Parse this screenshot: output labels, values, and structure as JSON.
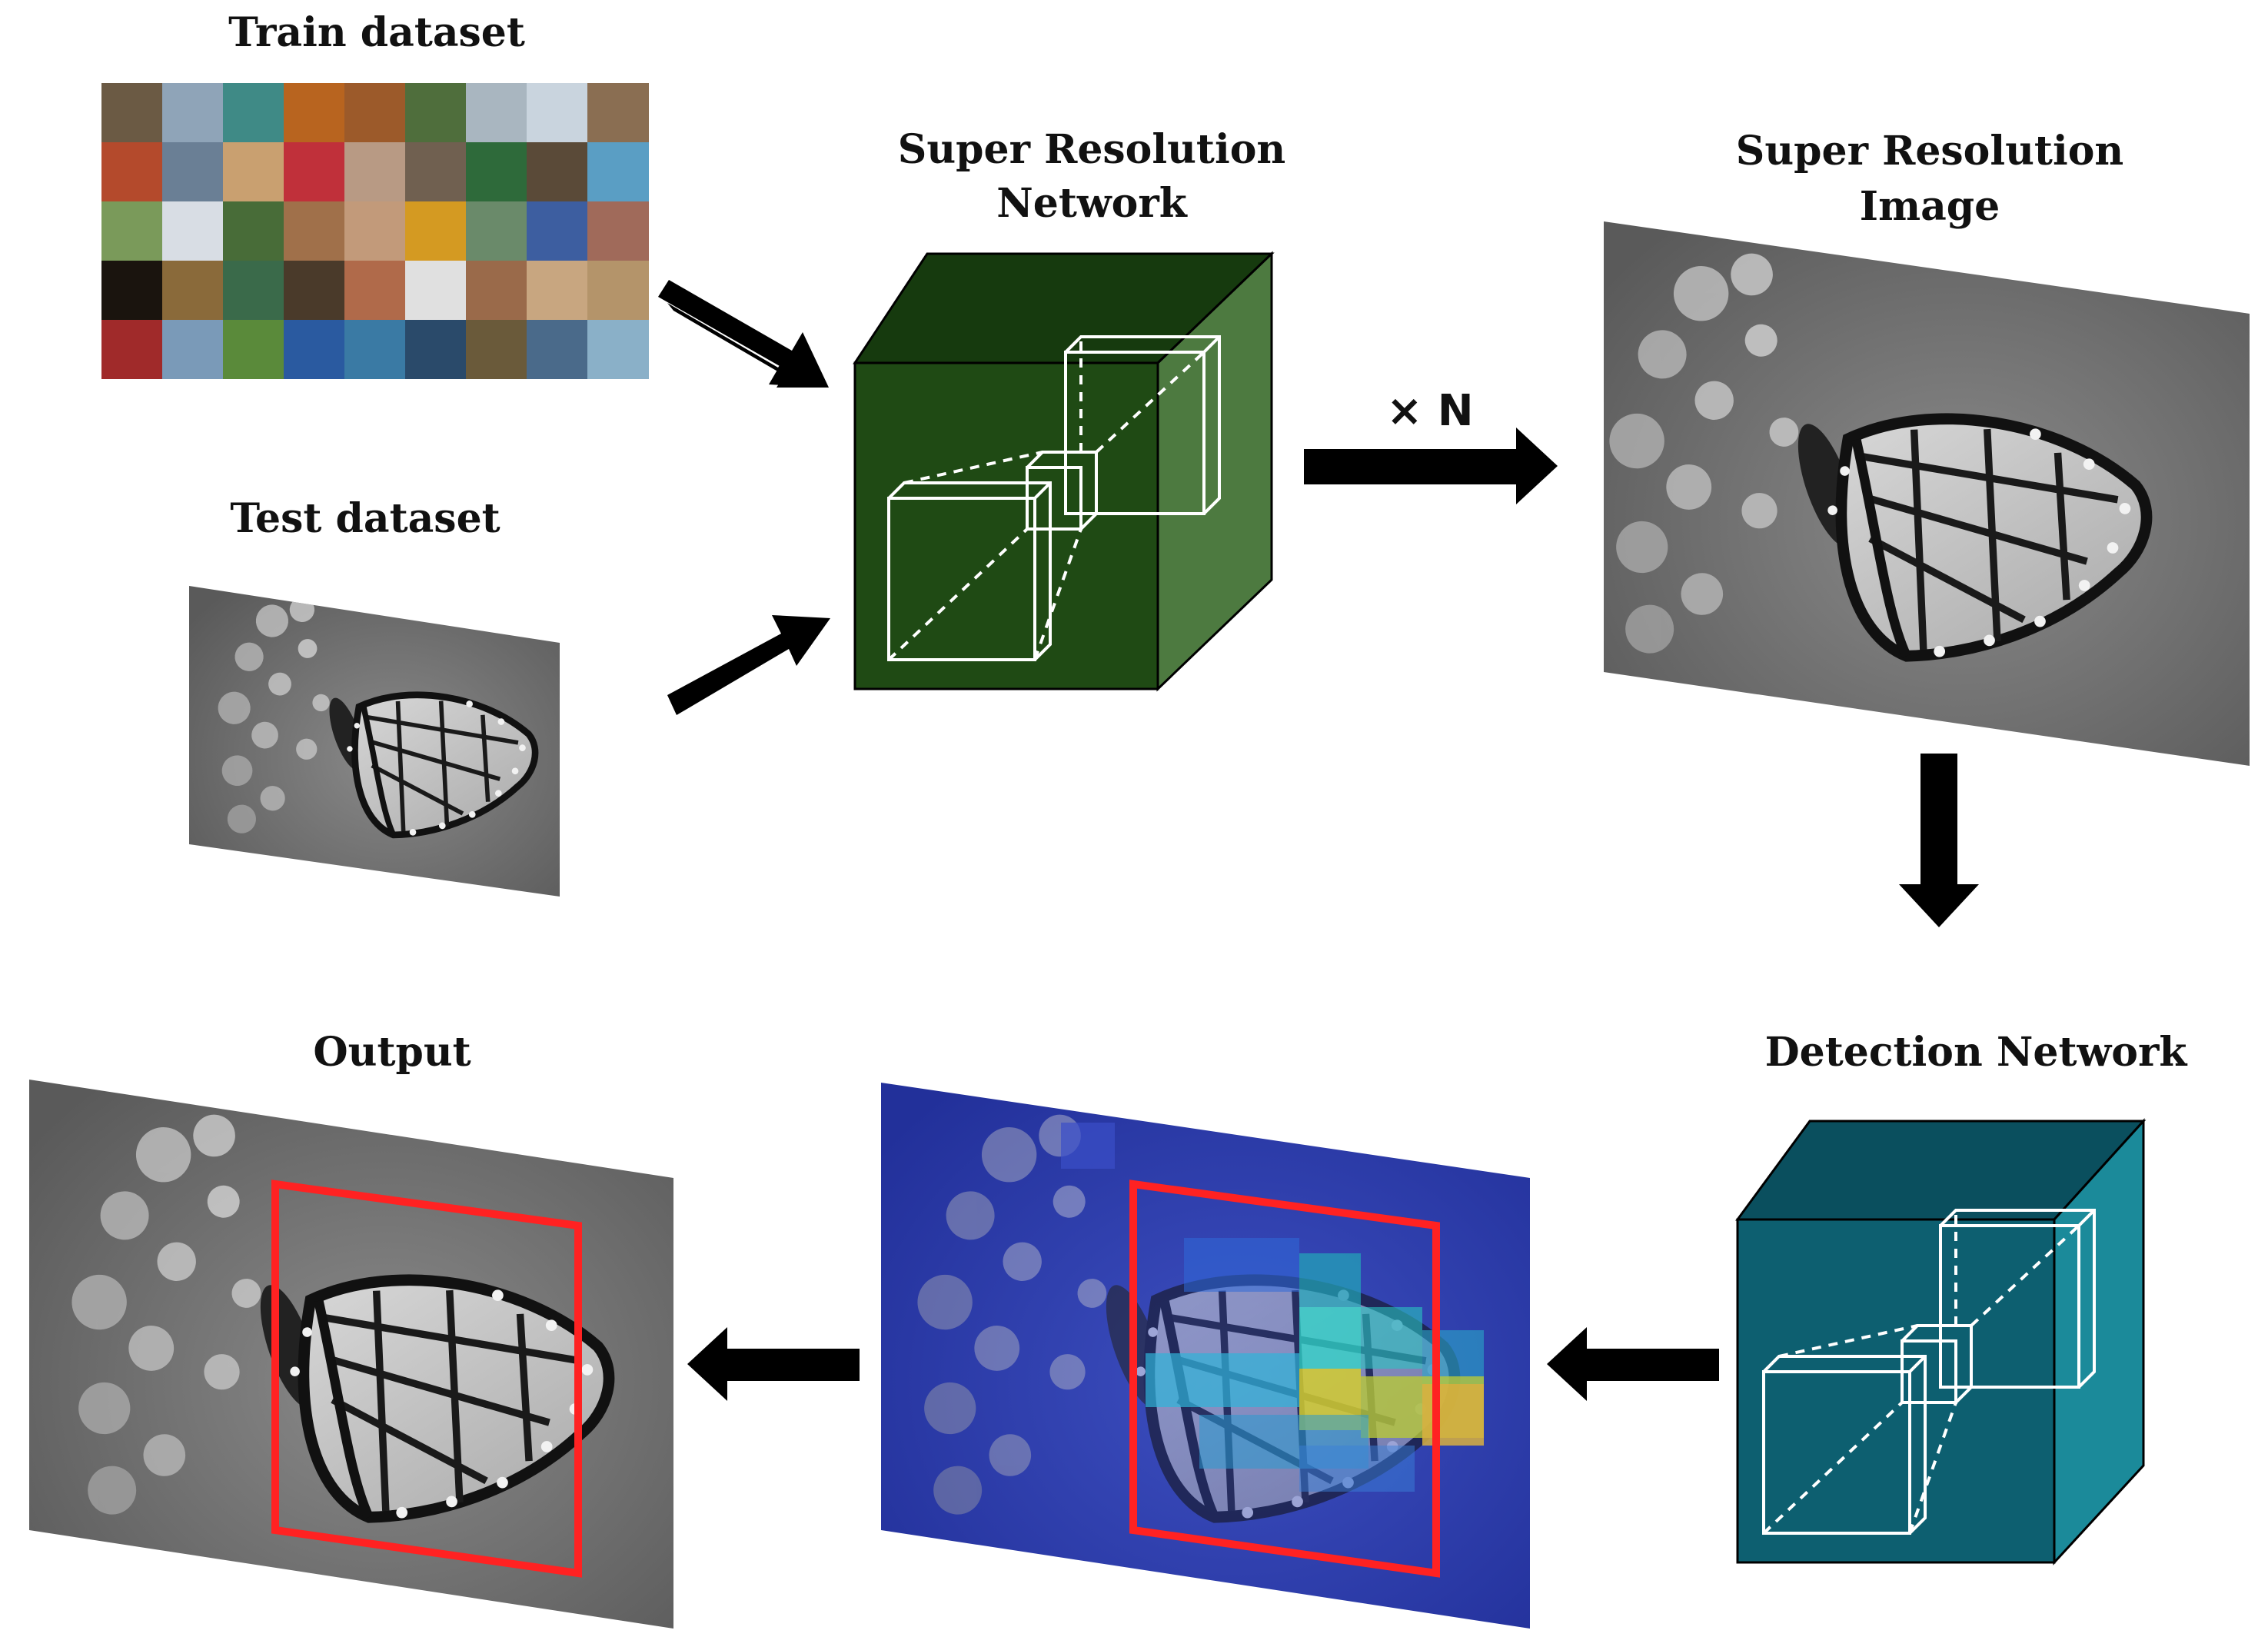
{
  "labels": {
    "train_dataset": "Train dataset",
    "test_dataset": "Test dataset",
    "sr_network_line1": "Super Resolution",
    "sr_network_line2": "Network",
    "sr_image_line1": "Super Resolution",
    "sr_image_line2": "Image",
    "times_n": "× N",
    "detection_network": "Detection Network",
    "output": "Output"
  },
  "colors": {
    "sr_cube_front": "#1f4a14",
    "sr_cube_top": "#163a0e",
    "sr_cube_side": "#4d7a40",
    "det_cube_front": "#0d5f70",
    "det_cube_top": "#0a4f5e",
    "det_cube_side": "#1b8a9a",
    "arrow": "#000000",
    "detection_box": "#ff2222",
    "heatmap_base": "#2c3aa8"
  },
  "icons": {
    "flow_arrow": "arrow-icon",
    "photo": "butterfly-photo",
    "network": "cube-network-icon"
  }
}
